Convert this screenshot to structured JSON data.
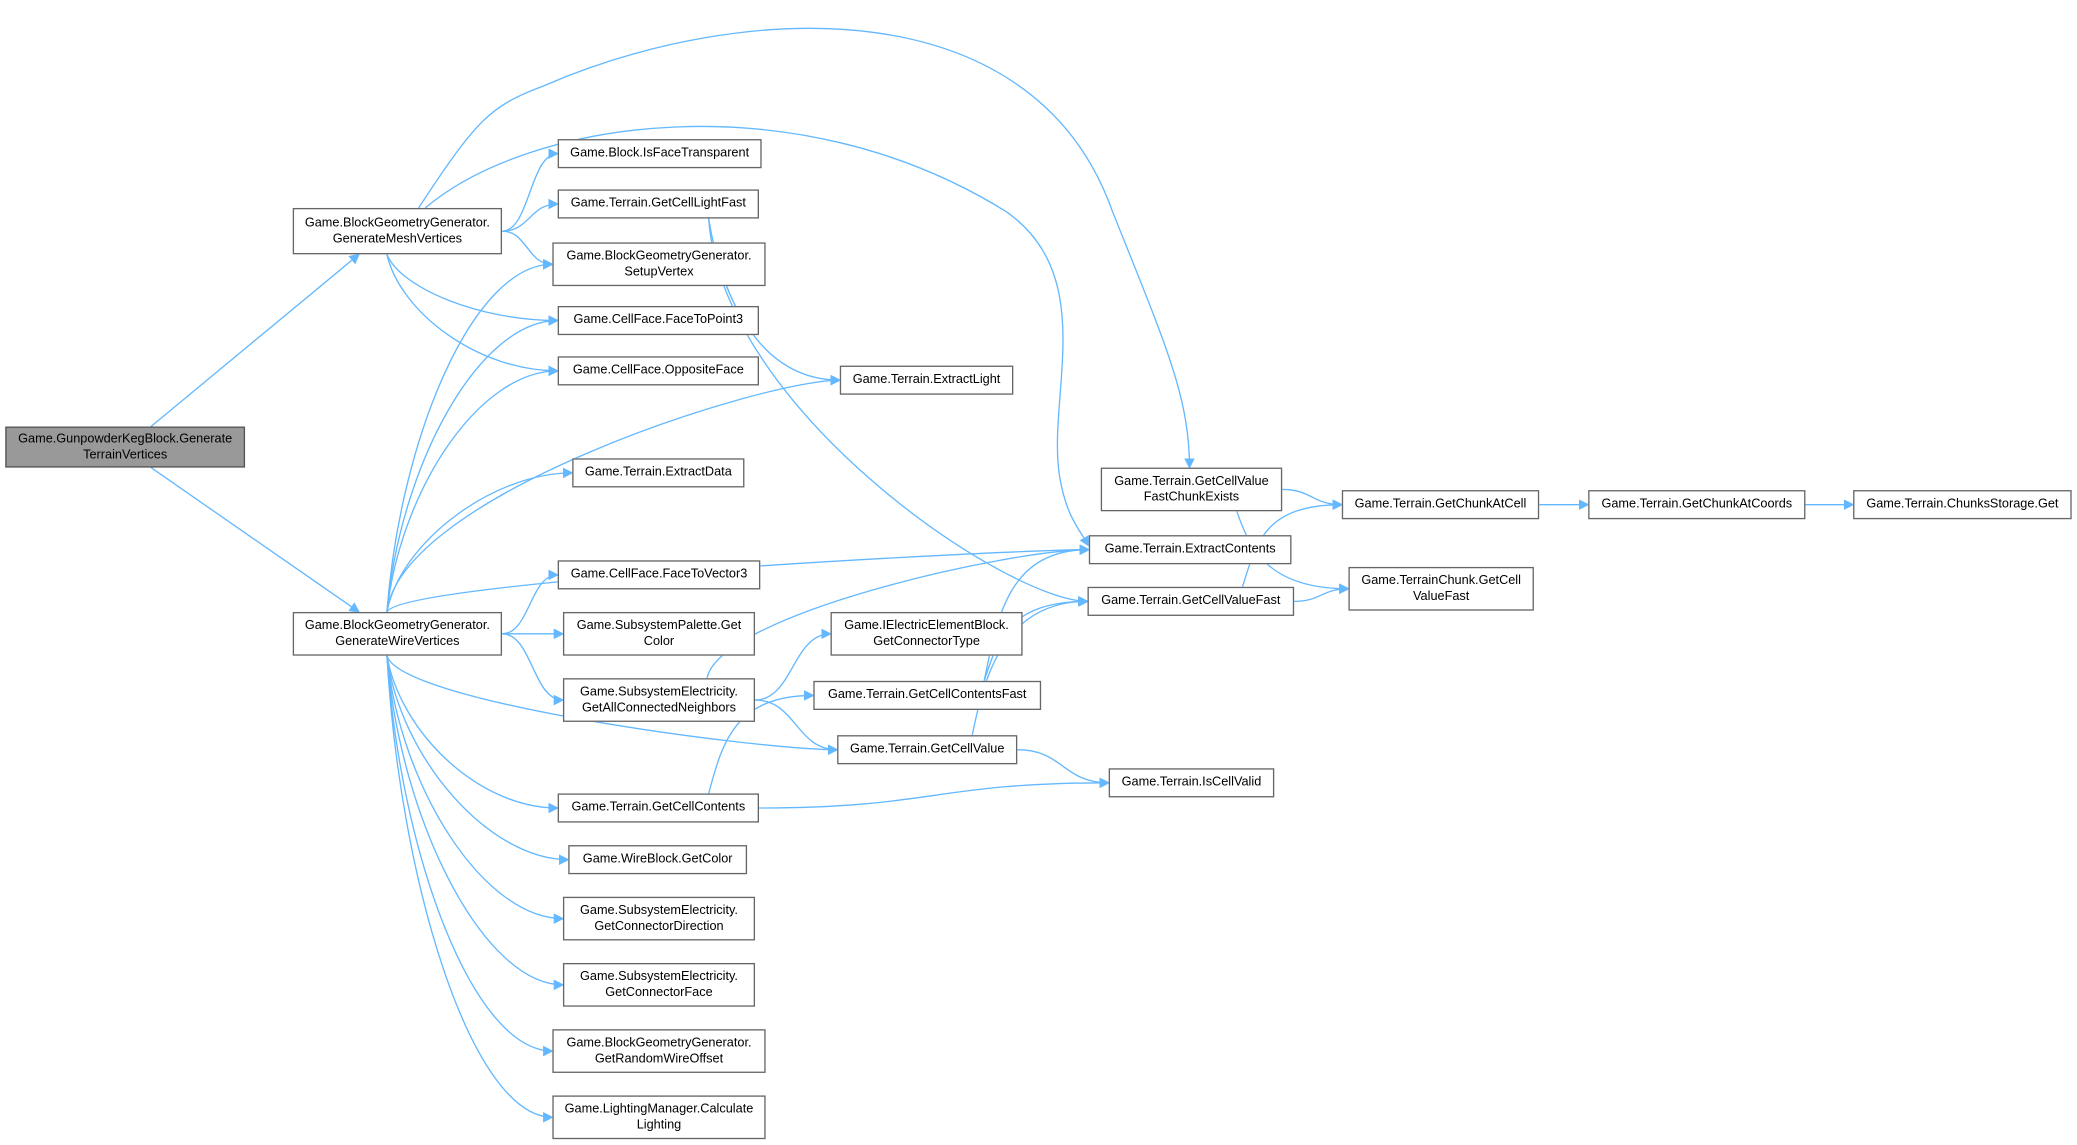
{
  "colors": {
    "edge": "#63b8ff",
    "root_fill": "#999999",
    "node_border": "#666666"
  },
  "nodes": [
    {
      "id": "root",
      "lines": [
        "Game.GunpowderKegBlock.Generate",
        "TerrainVertices"
      ]
    },
    {
      "id": "mesh",
      "lines": [
        "Game.BlockGeometryGenerator.",
        "GenerateMeshVertices"
      ]
    },
    {
      "id": "wire",
      "lines": [
        "Game.BlockGeometryGenerator.",
        "GenerateWireVertices"
      ]
    },
    {
      "id": "isface",
      "lines": [
        "Game.Block.IsFaceTransparent"
      ]
    },
    {
      "id": "lightfast",
      "lines": [
        "Game.Terrain.GetCellLightFast"
      ]
    },
    {
      "id": "setup",
      "lines": [
        "Game.BlockGeometryGenerator.",
        "SetupVertex"
      ]
    },
    {
      "id": "f2p",
      "lines": [
        "Game.CellFace.FaceToPoint3"
      ]
    },
    {
      "id": "opp",
      "lines": [
        "Game.CellFace.OppositeFace"
      ]
    },
    {
      "id": "exdata",
      "lines": [
        "Game.Terrain.ExtractData"
      ]
    },
    {
      "id": "f2v",
      "lines": [
        "Game.CellFace.FaceToVector3"
      ]
    },
    {
      "id": "palette",
      "lines": [
        "Game.SubsystemPalette.Get",
        "Color"
      ]
    },
    {
      "id": "neighbors",
      "lines": [
        "Game.SubsystemElectricity.",
        "GetAllConnectedNeighbors"
      ]
    },
    {
      "id": "contents",
      "lines": [
        "Game.Terrain.GetCellContents"
      ]
    },
    {
      "id": "wirecolor",
      "lines": [
        "Game.WireBlock.GetColor"
      ]
    },
    {
      "id": "condir",
      "lines": [
        "Game.SubsystemElectricity.",
        "GetConnectorDirection"
      ]
    },
    {
      "id": "conface",
      "lines": [
        "Game.SubsystemElectricity.",
        "GetConnectorFace"
      ]
    },
    {
      "id": "randwire",
      "lines": [
        "Game.BlockGeometryGenerator.",
        "GetRandomWireOffset"
      ]
    },
    {
      "id": "lighting",
      "lines": [
        "Game.LightingManager.Calculate",
        "Lighting"
      ]
    },
    {
      "id": "exlight",
      "lines": [
        "Game.Terrain.ExtractLight"
      ]
    },
    {
      "id": "contype",
      "lines": [
        "Game.IElectricElementBlock.",
        "GetConnectorType"
      ]
    },
    {
      "id": "contentsfast",
      "lines": [
        "Game.Terrain.GetCellContentsFast"
      ]
    },
    {
      "id": "cellvalue",
      "lines": [
        "Game.Terrain.GetCellValue"
      ]
    },
    {
      "id": "chunkexists",
      "lines": [
        "Game.Terrain.GetCellValue",
        "FastChunkExists"
      ]
    },
    {
      "id": "excontents",
      "lines": [
        "Game.Terrain.ExtractContents"
      ]
    },
    {
      "id": "valuefast",
      "lines": [
        "Game.Terrain.GetCellValueFast"
      ]
    },
    {
      "id": "valid",
      "lines": [
        "Game.Terrain.IsCellValid"
      ]
    },
    {
      "id": "chunkcell",
      "lines": [
        "Game.Terrain.GetChunkAtCell"
      ]
    },
    {
      "id": "tcvaluefast",
      "lines": [
        "Game.TerrainChunk.GetCell",
        "ValueFast"
      ]
    },
    {
      "id": "chunkcoords",
      "lines": [
        "Game.Terrain.GetChunkAtCoords"
      ]
    },
    {
      "id": "storage",
      "lines": [
        "Game.Terrain.ChunksStorage.Get"
      ]
    }
  ],
  "edges": [
    [
      "root",
      "mesh"
    ],
    [
      "root",
      "wire"
    ],
    [
      "mesh",
      "isface"
    ],
    [
      "mesh",
      "lightfast"
    ],
    [
      "mesh",
      "setup"
    ],
    [
      "mesh",
      "f2p"
    ],
    [
      "mesh",
      "opp"
    ],
    [
      "mesh",
      "chunkexists"
    ],
    [
      "mesh",
      "excontents"
    ],
    [
      "wire",
      "setup"
    ],
    [
      "wire",
      "f2p"
    ],
    [
      "wire",
      "opp"
    ],
    [
      "wire",
      "exlight"
    ],
    [
      "wire",
      "exdata"
    ],
    [
      "wire",
      "excontents"
    ],
    [
      "wire",
      "f2v"
    ],
    [
      "wire",
      "palette"
    ],
    [
      "wire",
      "neighbors"
    ],
    [
      "wire",
      "cellvalue"
    ],
    [
      "wire",
      "contents"
    ],
    [
      "wire",
      "wirecolor"
    ],
    [
      "wire",
      "condir"
    ],
    [
      "wire",
      "conface"
    ],
    [
      "wire",
      "randwire"
    ],
    [
      "wire",
      "lighting"
    ],
    [
      "lightfast",
      "exlight"
    ],
    [
      "lightfast",
      "valuefast"
    ],
    [
      "neighbors",
      "excontents"
    ],
    [
      "neighbors",
      "contype"
    ],
    [
      "neighbors",
      "cellvalue"
    ],
    [
      "contents",
      "contentsfast"
    ],
    [
      "contents",
      "valid"
    ],
    [
      "contentsfast",
      "excontents"
    ],
    [
      "contentsfast",
      "valuefast"
    ],
    [
      "cellvalue",
      "valuefast"
    ],
    [
      "cellvalue",
      "valid"
    ],
    [
      "chunkexists",
      "chunkcell"
    ],
    [
      "chunkexists",
      "tcvaluefast"
    ],
    [
      "valuefast",
      "chunkcell"
    ],
    [
      "valuefast",
      "tcvaluefast"
    ],
    [
      "chunkcell",
      "chunkcoords"
    ],
    [
      "chunkcoords",
      "storage"
    ]
  ]
}
